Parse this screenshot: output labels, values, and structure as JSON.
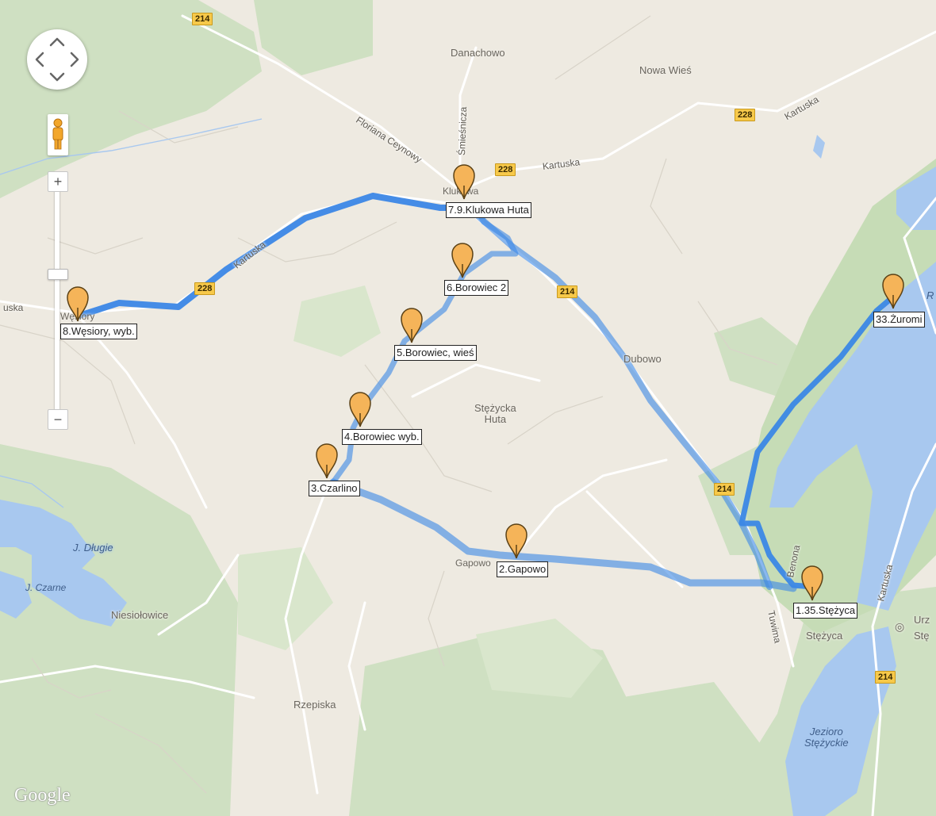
{
  "map": {
    "places": {
      "danachowo": "Danachowo",
      "nowa_wies": "Nowa Wieś",
      "klukowa": "Klukowa",
      "dubowo": "Dubowo",
      "stezycka_huta": "Stężycka\nHuta",
      "gapowo": "Gapowo",
      "niesiolowice": "Niesiołowice",
      "rzepiska": "Rzepiska",
      "stezyca": "Stężyca",
      "wesiory": "Węsiory",
      "urzad": "Urz",
      "stez": "Stę",
      "lake_R": "R"
    },
    "water": {
      "j_dlugie": "J. Długie",
      "j_czarne": "J. Czarne",
      "jezioro_stezyckie": "Jezioro\nStężyckie"
    },
    "streets": {
      "floriana_ceynowy": "Floriana Ceynowy",
      "kartuska_1": "Kartuska",
      "kartuska_2": "Kartuska",
      "kartuska_3": "Kartuska",
      "kartuska_4": "Kartuska",
      "kartuska_west": "uska",
      "smiesznicza": "Śmieśnicza",
      "benona": "Benona",
      "tuwima": "Tuwima"
    },
    "road_shields": {
      "s214_top": "214",
      "s228_center": "228",
      "s228_right": "228",
      "s228_left": "228",
      "s214_mid": "214",
      "s214_lower": "214",
      "s214_bottom": "214"
    },
    "stops": [
      {
        "label": "1.35.Stężyca"
      },
      {
        "label": "2.Gapowo"
      },
      {
        "label": "3.Czarlino"
      },
      {
        "label": "4.Borowiec wyb."
      },
      {
        "label": "5.Borowiec, wieś"
      },
      {
        "label": "6.Borowiec 2"
      },
      {
        "label": "7.9.Klukowa Huta"
      },
      {
        "label": "8.Węsiory, wyb."
      },
      {
        "label": "33.Żuromi"
      }
    ],
    "route_color": "#3b87e6",
    "marker_color": "#f5b459",
    "logo": "Google",
    "controls": {
      "zoom_in": "+",
      "zoom_out": "−"
    }
  }
}
